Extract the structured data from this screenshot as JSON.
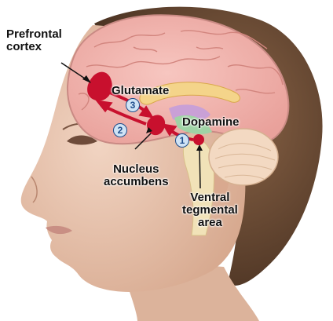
{
  "labels": {
    "prefrontal_cortex": "Prefrontal\ncortex",
    "glutamate": "Glutamate",
    "dopamine": "Dopamine",
    "nucleus_accumbens": "Nucleus\naccumbens",
    "ventral_tegmental_area": "Ventral\ntegmental\narea"
  },
  "pathway_steps": [
    "1",
    "2",
    "3"
  ],
  "colors": {
    "pathway_red": "#c8102e",
    "brain_pink": "#f2b3ae",
    "cerebellum": "#f3d9c2",
    "hair": "#6b4a34",
    "skin": "#e6c2ad",
    "badge_fill": "#cfe3f5",
    "badge_stroke": "#1f4e8c"
  }
}
